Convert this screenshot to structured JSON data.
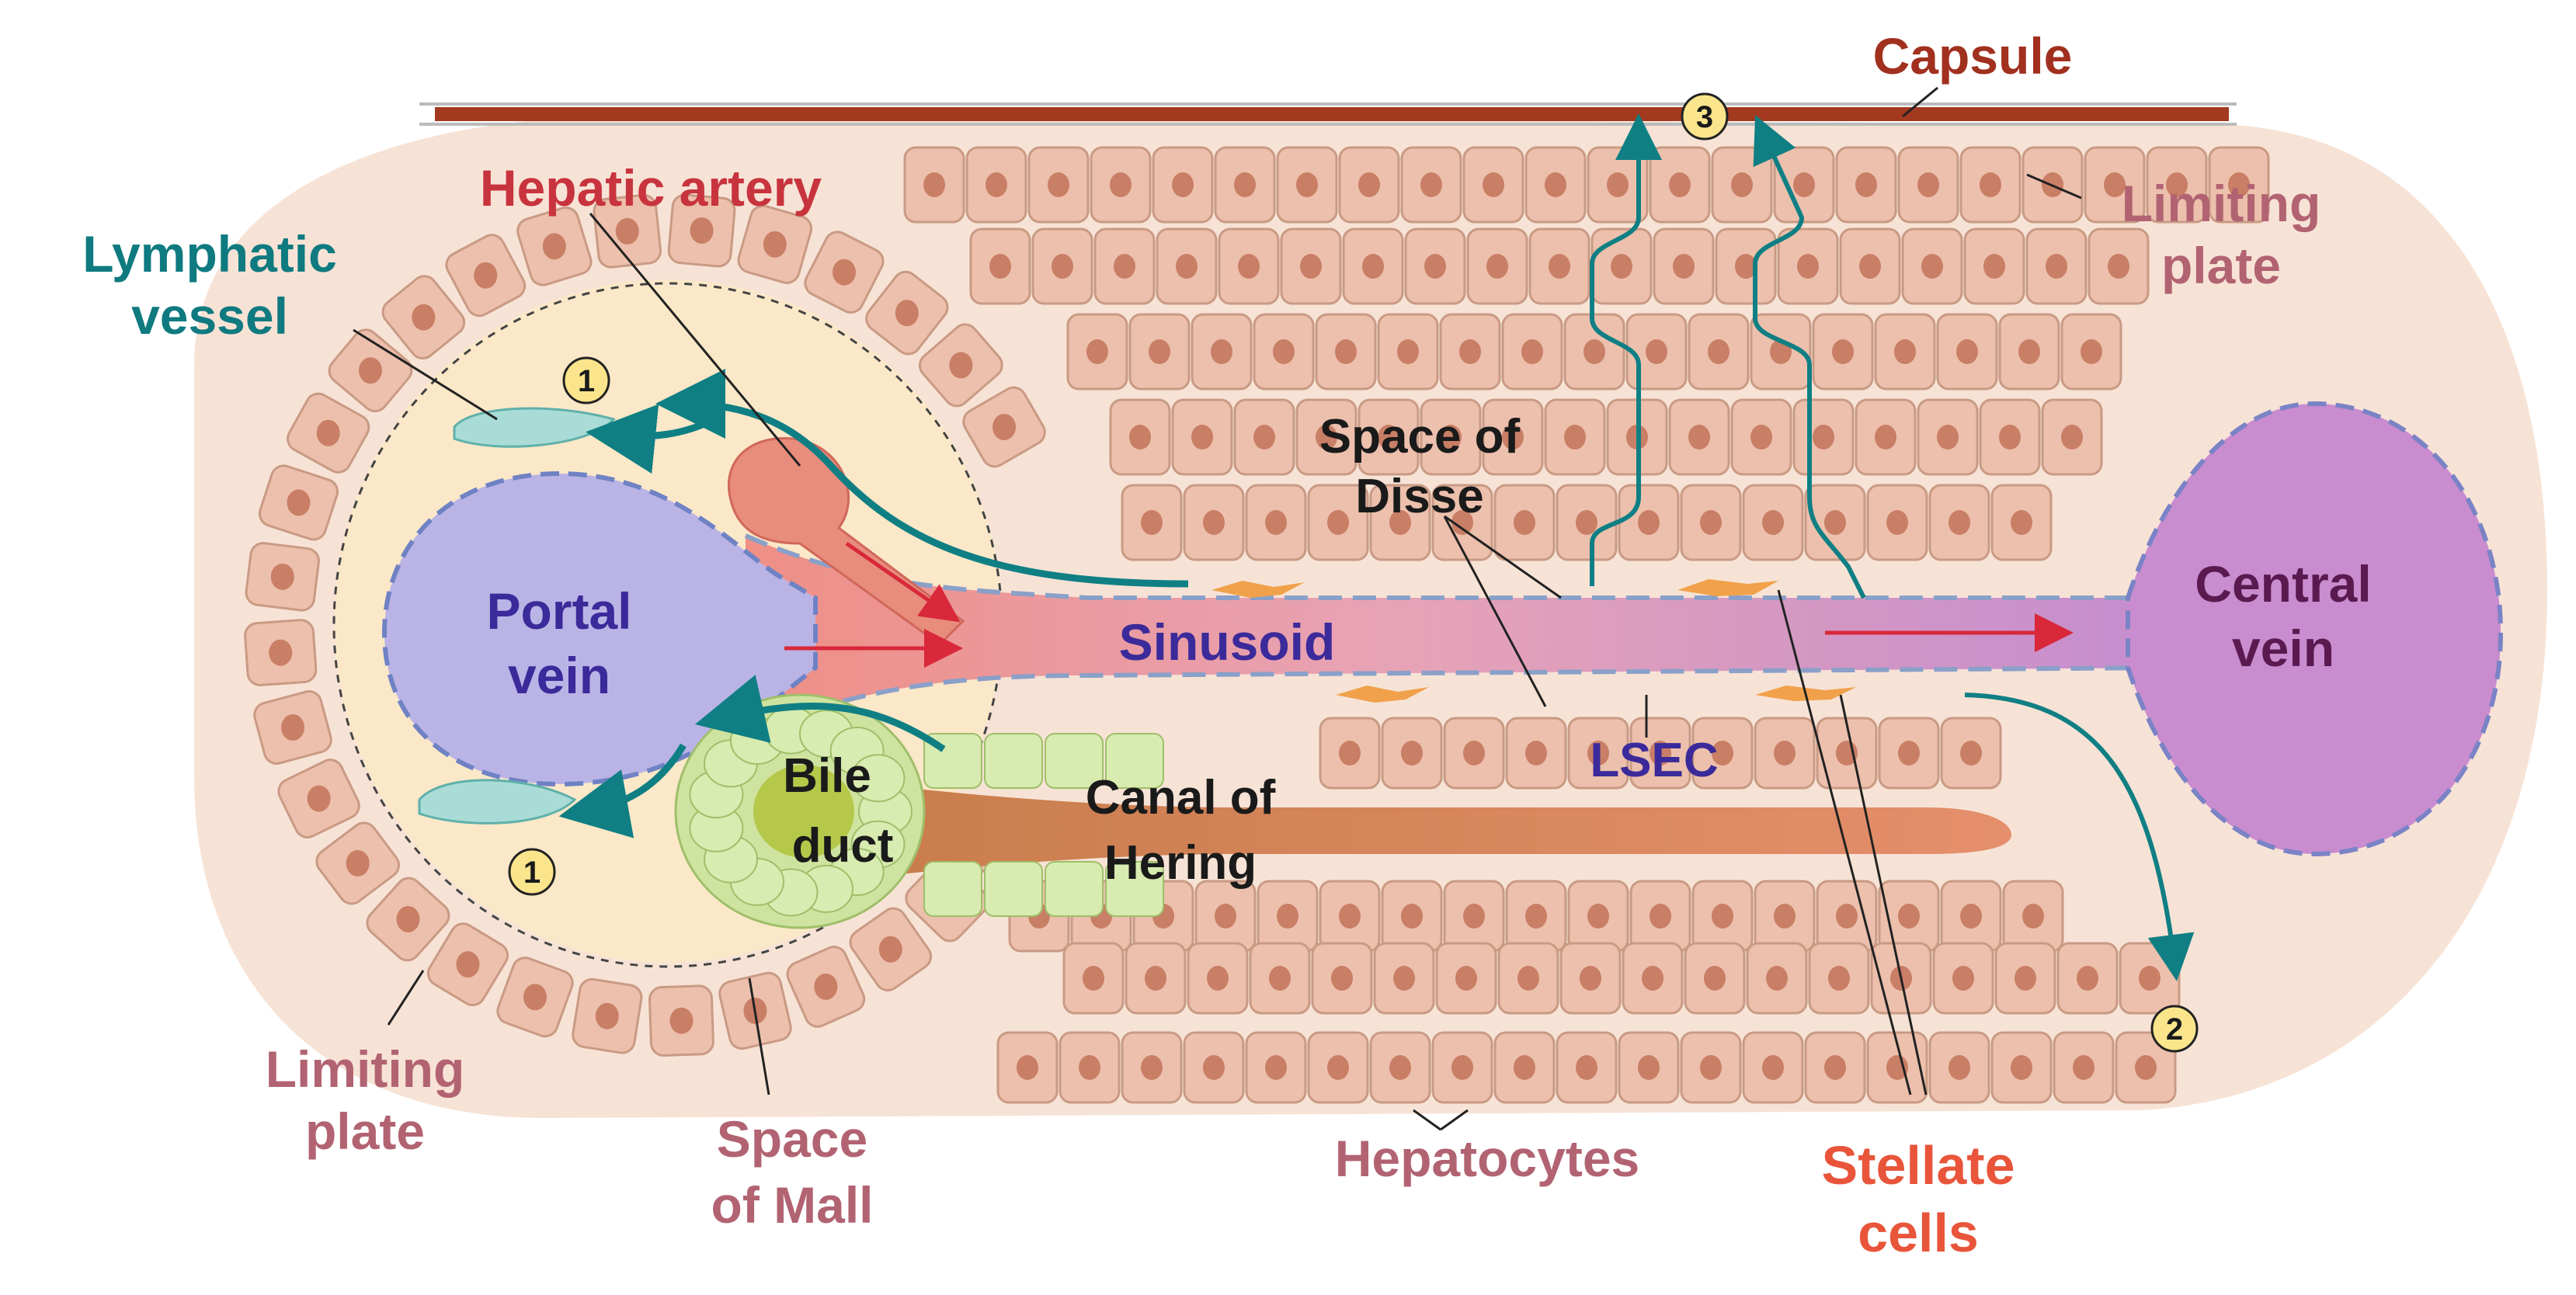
{
  "labels": {
    "capsule": "Capsule",
    "limiting_plate_right_1": "Limiting",
    "limiting_plate_right_2": "plate",
    "hepatic_artery": "Hepatic artery",
    "lymphatic_vessel_1": "Lymphatic",
    "lymphatic_vessel_2": "vessel",
    "space_of_disse_1": "Space of",
    "space_of_disse_2": "Disse",
    "portal_vein_1": "Portal",
    "portal_vein_2": "vein",
    "sinusoid": "Sinusoid",
    "central_vein_1": "Central",
    "central_vein_2": "vein",
    "bile_duct_1": "Bile",
    "bile_duct_2": "duct",
    "canal_of_hering_1": "Canal of",
    "canal_of_hering_2": "Hering",
    "lsec": "LSEC",
    "limiting_plate_left_1": "Limiting",
    "limiting_plate_left_2": "plate",
    "space_of_mall_1": "Space",
    "space_of_mall_2": "of Mall",
    "hepatocytes": "Hepatocytes",
    "stellate_cells_1": "Stellate",
    "stellate_cells_2": "cells"
  },
  "markers": {
    "m1_top": "1",
    "m1_bottom": "1",
    "m2": "2",
    "m3": "3"
  },
  "colors": {
    "background_tissue": "#f6e0d4",
    "hepatocyte": "#ecc0ac",
    "nucleus": "#c97e66",
    "portal_vein": "#b8b3e6",
    "central_vein": "#c98ccf",
    "artery": "#e98c7c",
    "lymph": "#a9dcd6",
    "bile": "#cfe3a0",
    "teal_arrow": "#107f84",
    "red_arrow": "#d8283a",
    "capsule": "#a3391f"
  }
}
